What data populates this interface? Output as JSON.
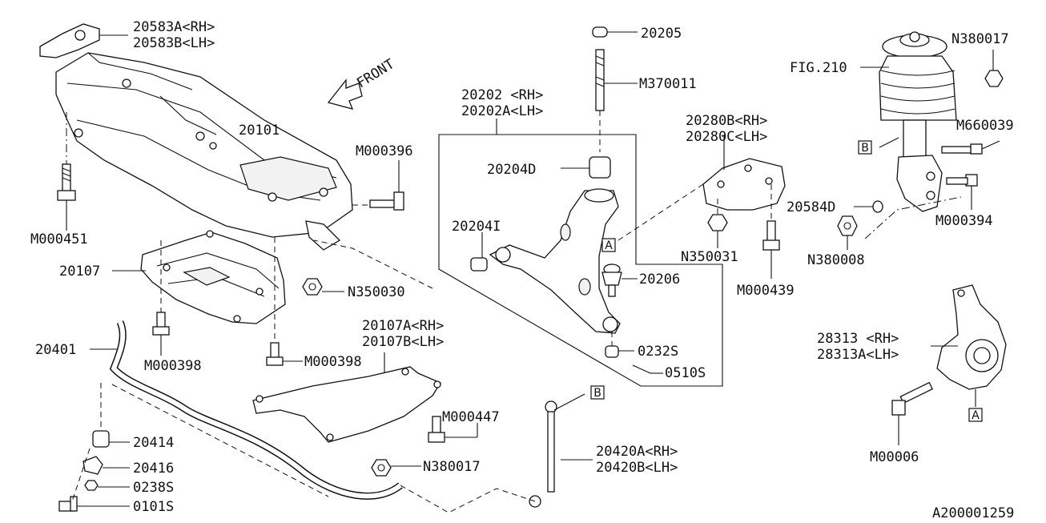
{
  "figure_id": "A200001259",
  "front_label": "FRONT",
  "callouts": {
    "c20583": [
      "20583A<RH>",
      "20583B<LH>"
    ],
    "c20101": "20101",
    "cM000396": "M000396",
    "cM000451": "M000451",
    "c20107": "20107",
    "cN350030": "N350030",
    "cM000398a": "M000398",
    "cM000398b": "M000398",
    "c20401": "20401",
    "c20107AB": [
      "20107A<RH>",
      "20107B<LH>"
    ],
    "cM000447": "M000447",
    "c20414": "20414",
    "c20416": "20416",
    "c0238S": "0238S",
    "c0101S": "0101S",
    "cN380017b": "N380017",
    "c20420": [
      "20420A<RH>",
      "20420B<LH>"
    ],
    "c20205": "20205",
    "cM370011": "M370011",
    "c20202": [
      "20202 <RH>",
      "20202A<LH>"
    ],
    "c20204D": "20204D",
    "c20204I": "20204I",
    "c20206": "20206",
    "c0232S": "0232S",
    "c0510S": "0510S",
    "c20280": [
      "20280B<RH>",
      "20280C<LH>"
    ],
    "cN350031": "N350031",
    "cM000439": "M000439",
    "cFIG210": "FIG.210",
    "cN380017a": "N380017",
    "cM660039": "M660039",
    "c20584D": "20584D",
    "cM000394": "M000394",
    "cN380008": "N380008",
    "c28313": [
      "28313 <RH>",
      "28313A<LH>"
    ],
    "cM00006": "M00006"
  },
  "ref_markers": {
    "boxA1": "A",
    "boxA2": "A",
    "boxB1": "B",
    "boxB2": "B"
  }
}
